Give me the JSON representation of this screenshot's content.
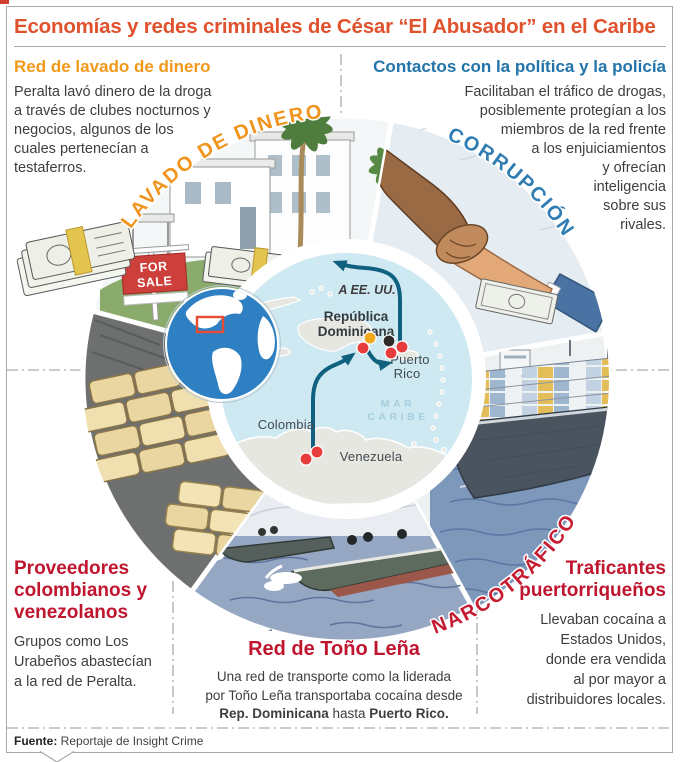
{
  "title": "Economías y redes criminales de César “El Abusador” en el Caribe",
  "sections": {
    "lavado": {
      "heading": "Red de lavado de dinero",
      "lines": [
        "Peralta lavó dinero de la droga",
        "a través de clubes nocturnos y",
        "negocios, algunos de los",
        "cuales pertenecían a",
        "testaferros."
      ]
    },
    "contactos": {
      "heading": "Contactos con la política y la policía",
      "lines": [
        "Facilitaban el tráfico de drogas,",
        "posiblemente protegían a los",
        "miembros de la red frente",
        "a los enjuiciamientos",
        "y ofrecían",
        "inteligencia",
        "sobre sus",
        "rivales."
      ]
    },
    "proveedores": {
      "heading": "Proveedores colombianos y venezolanos",
      "lines": [
        "Grupos como Los",
        "Urabeños abastecían",
        "a la red de Peralta."
      ]
    },
    "tono_lena": {
      "heading": "Red de Toño Leña",
      "line1": "Una red de transporte como la liderada",
      "line2": "por Toño Leña transportaba cocaína desde",
      "line3_bold1": "Rep. Dominicana",
      "line3_mid": " hasta ",
      "line3_bold2": "Puerto Rico."
    },
    "traficantes": {
      "heading": "Traficantes puertorriqueños",
      "lines": [
        "Llevaban cocaína a",
        "Estados Unidos,",
        "donde era vendida",
        "al por mayor a",
        "distribuidores locales."
      ]
    }
  },
  "arc_labels": {
    "lavado": "LAVADO DE DINERO",
    "corrupcion": "CORRUPCIÓN",
    "narcotrafico": "NARCOTRÁFICO"
  },
  "map": {
    "to_us": "A EE. UU.",
    "republica_line1": "República",
    "republica_line2": "Dominicana",
    "puerto_line1": "Puerto",
    "puerto_line2": "Rico",
    "colombia": "Colombia",
    "venezuela": "Venezuela",
    "mar": "MAR",
    "caribe": "CARIBE",
    "markers": {
      "republica_dominicana": [
        "orange",
        "red"
      ],
      "puerto_rico": [
        "black",
        "red",
        "red"
      ],
      "colombia": [
        "red",
        "red"
      ]
    },
    "routes": [
      "Colombia → República Dominicana",
      "República Dominicana → Puerto Rico",
      "Puerto Rico → EE. UU."
    ]
  },
  "sign": {
    "line1": "FOR",
    "line2": "SALE"
  },
  "footer": {
    "label": "Fuente:",
    "text": " Reportaje de Insight Crime"
  },
  "illustrations": [
    "money-stacks",
    "luxury-house-for-sale",
    "handshake-bribe",
    "container-ship",
    "go-fast-boats",
    "cocaine-bricks",
    "globe-caribbean"
  ],
  "colors": {
    "title": "#e0512d",
    "orange": "#f2991c",
    "blue": "#2274aa",
    "red": "#c0152f",
    "body_text": "#3e3e3e",
    "map_sea": "#cfe9f2",
    "map_land": "#e7e7e2",
    "route_arrow": "#10607f",
    "marker_red": "#e63c3c",
    "marker_orange": "#f2a71c",
    "marker_black": "#2d2a28",
    "sign_red": "#cc3f3a",
    "globe_ocean": "#2f80c2"
  }
}
